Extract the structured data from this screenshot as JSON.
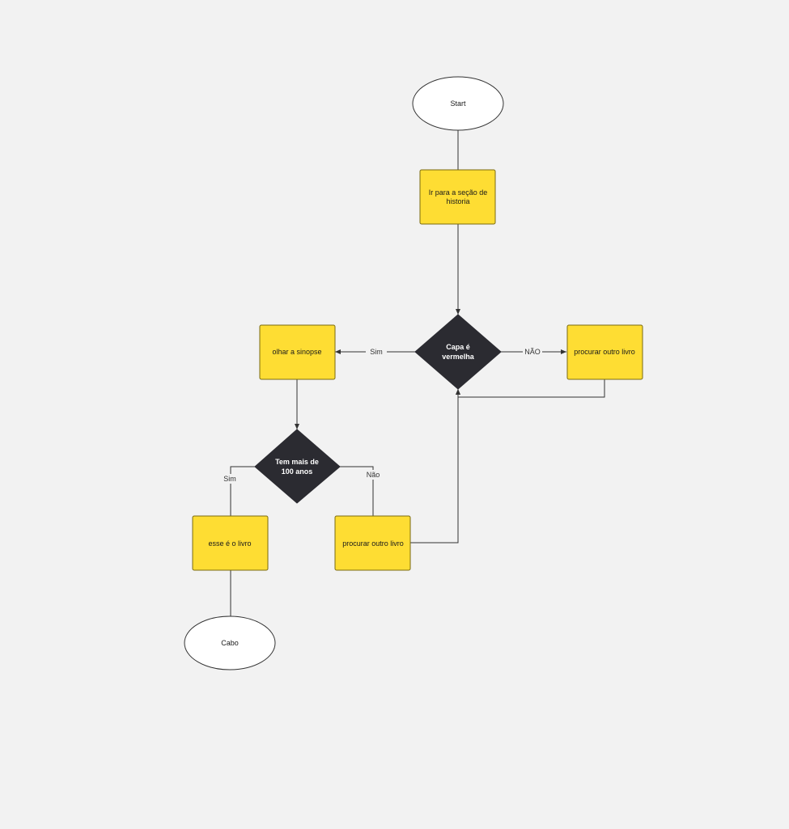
{
  "colors": {
    "background": "#f2f2f2",
    "process_fill": "#fedd33",
    "process_stroke": "#7a6a10",
    "decision_fill": "#2b2b31",
    "terminal_fill": "#ffffff",
    "line": "#333333"
  },
  "nodes": {
    "start": {
      "label": "Start"
    },
    "ir_secao": {
      "line1": "Ir para a seção de",
      "line2": "historia"
    },
    "capa": {
      "line1": "Capa é",
      "line2": "vermelha"
    },
    "sinopse": {
      "label": "olhar a sinopse"
    },
    "procurar_1": {
      "label": "procurar outro livro"
    },
    "tem_mais": {
      "line1": "Tem mais de",
      "line2": "100 anos"
    },
    "esse_livro": {
      "label": "esse é o livro"
    },
    "procurar_2": {
      "label": "procurar outro livro"
    },
    "cabo": {
      "label": "Cabo"
    }
  },
  "edge_labels": {
    "capa_sim": "Sim",
    "capa_nao": "NÃO",
    "tem_sim": "Sim",
    "tem_nao": "Não"
  }
}
